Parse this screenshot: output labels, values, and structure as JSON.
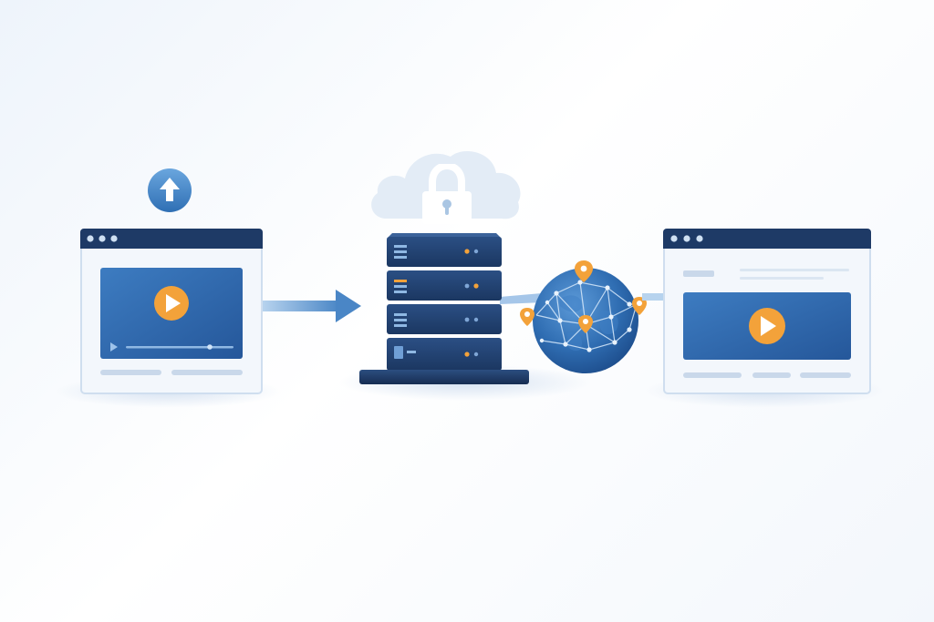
{
  "colors": {
    "background": "#f6f9fd",
    "navy": "#1e3a66",
    "navy_dark": "#172f55",
    "blue": "#3f7fc4",
    "blue_light": "#8fb8e3",
    "panel": "#f2f6fb",
    "placeholder": "#c9d8ea",
    "orange": "#f3a23a",
    "cloud": "#e3ecf6",
    "lock": "#ffffff"
  },
  "icons": {
    "upload": "up-arrow-icon",
    "cloud": "cloud-icon",
    "lock": "padlock-icon",
    "server": "server-rack-icon",
    "globe": "globe-network-icon",
    "play": "play-icon",
    "location": "location-pin-icon"
  },
  "nodes": [
    {
      "id": "source-video-window",
      "icon": "browser-window-icon"
    },
    {
      "id": "secure-server",
      "icon": "server-rack-icon"
    },
    {
      "id": "global-network",
      "icon": "globe-network-icon"
    },
    {
      "id": "viewer-video-window",
      "icon": "browser-window-icon"
    }
  ],
  "connections": [
    {
      "from": "source-video-window",
      "to": "secure-server",
      "style": "arrow"
    },
    {
      "from": "secure-server",
      "to": "global-network",
      "style": "line"
    },
    {
      "from": "global-network",
      "to": "viewer-video-window",
      "style": "line"
    }
  ]
}
